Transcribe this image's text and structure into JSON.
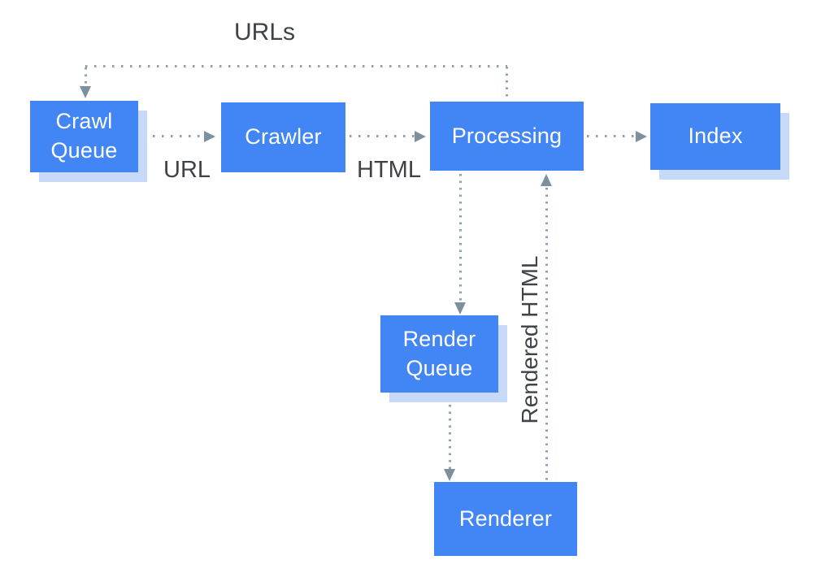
{
  "diagram": {
    "type": "flowchart",
    "nodes": {
      "crawl_queue": {
        "label": "Crawl Queue"
      },
      "crawler": {
        "label": "Crawler"
      },
      "processing": {
        "label": "Processing"
      },
      "index": {
        "label": "Index"
      },
      "render_queue": {
        "label": "Render Queue"
      },
      "renderer": {
        "label": "Renderer"
      }
    },
    "edge_labels": {
      "urls": "URLs",
      "url": "URL",
      "html": "HTML",
      "rendered_html": "Rendered HTML"
    },
    "edges": [
      {
        "from": "Crawl Queue",
        "to": "Crawler",
        "label": "URL"
      },
      {
        "from": "Crawler",
        "to": "Processing",
        "label": "HTML"
      },
      {
        "from": "Processing",
        "to": "Index",
        "label": ""
      },
      {
        "from": "Processing",
        "to": "Crawl Queue",
        "label": "URLs"
      },
      {
        "from": "Processing",
        "to": "Render Queue",
        "label": ""
      },
      {
        "from": "Render Queue",
        "to": "Renderer",
        "label": ""
      },
      {
        "from": "Renderer",
        "to": "Processing",
        "label": "Rendered HTML"
      }
    ],
    "colors": {
      "node_fill": "#4285F4",
      "node_text": "#FFFFFF",
      "node_shadow": "#C7D9F9",
      "connector_dots": "#8FA1B0",
      "arrowhead": "#7E909E",
      "label_text": "#3F4348",
      "background": "#FFFFFF"
    }
  }
}
